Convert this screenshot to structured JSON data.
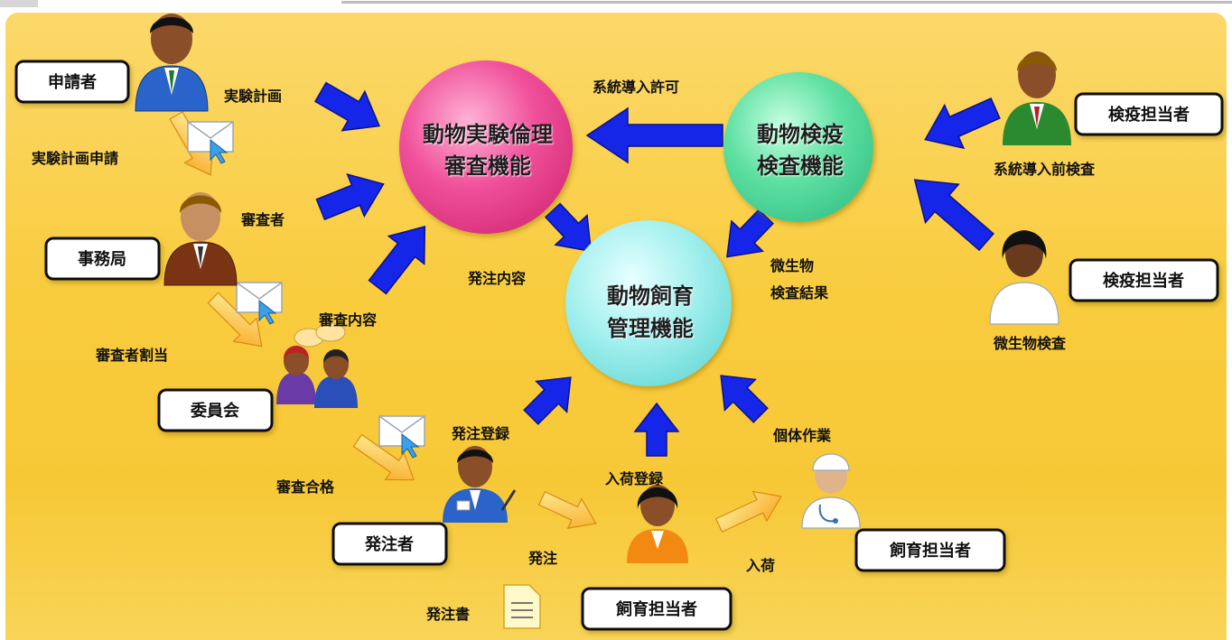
{
  "functions": {
    "ethics": [
      "動物実験倫理",
      "審査機能"
    ],
    "quarantine": [
      "動物検疫",
      "検査機能"
    ],
    "breeding": [
      "動物飼育",
      "管理機能"
    ]
  },
  "roles": {
    "applicant": "申請者",
    "secretariat": "事務局",
    "committee": "委員会",
    "orderer": "発注者",
    "quarantine_officer_1": "検疫担当者",
    "quarantine_officer_2": "検疫担当者",
    "breeder_center": "飼育担当者",
    "breeder_right": "飼育担当者"
  },
  "labels": {
    "experiment_plan": "実験計画",
    "plan_application": "実験計画申請",
    "reviewer": "審査者",
    "reviewer_assign": "審査者割当",
    "review_content": "審査内容",
    "review_pass": "審査合格",
    "order_content": "発注内容",
    "strain_permit": "系統導入許可",
    "pre_strain_test": "系統導入前検査",
    "micro_result_1": "微生物",
    "micro_result_2": "検査結果",
    "micro_test": "微生物検査",
    "order_register": "発注登録",
    "arrival_register": "入荷登録",
    "individual_work": "個体作業",
    "order": "発注",
    "arrival": "入荷",
    "order_form": "発注書"
  },
  "colors": {
    "ethics_circle": "#f0509a",
    "quarantine_circle": "#5ee0a2",
    "breeding_circle": "#8ee9e8",
    "blue_arrow": "#1626e8",
    "orange_arrow": "#f7a51c",
    "background": "#f9cc3e"
  }
}
